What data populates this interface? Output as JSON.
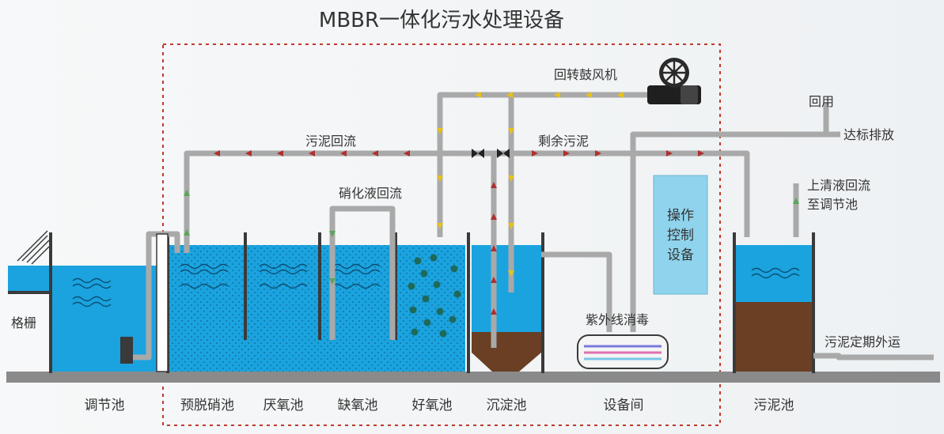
{
  "title": "MBBR一体化污水处理设备",
  "tanks": [
    "调节池",
    "预脱硝池",
    "厌氧池",
    "缺氧池",
    "好氧池",
    "沉淀池",
    "设备间",
    "污泥池"
  ],
  "labels": {
    "grille": "格栅",
    "blower": "回转鼓风机",
    "sludge_return": "污泥回流",
    "excess_sludge": "剩余污泥",
    "nitrate_return": "硝化液回流",
    "reuse": "回用",
    "discharge": "达标排放",
    "supernatant_return_1": "上清液回流",
    "supernatant_return_2": "至调节池",
    "uv": "紫外线消毒",
    "sludge_outbound": "污泥定期外运",
    "control_1": "操作",
    "control_2": "控制",
    "control_3": "设备"
  },
  "colors": {
    "water": "#1aa3df",
    "water_light": "#59c6ee",
    "pipe": "#a9a9a9",
    "wall": "#3a3a3a",
    "arrow": "#b03030",
    "air_arrow": "#e6c21a",
    "sludge": "#6a3f24",
    "dashed_border": "#c0392b",
    "control_panel": "#8fd3ec",
    "media": "#1d6a5a"
  },
  "icons": [
    "fan-icon",
    "valve-icon",
    "grille-icon"
  ]
}
